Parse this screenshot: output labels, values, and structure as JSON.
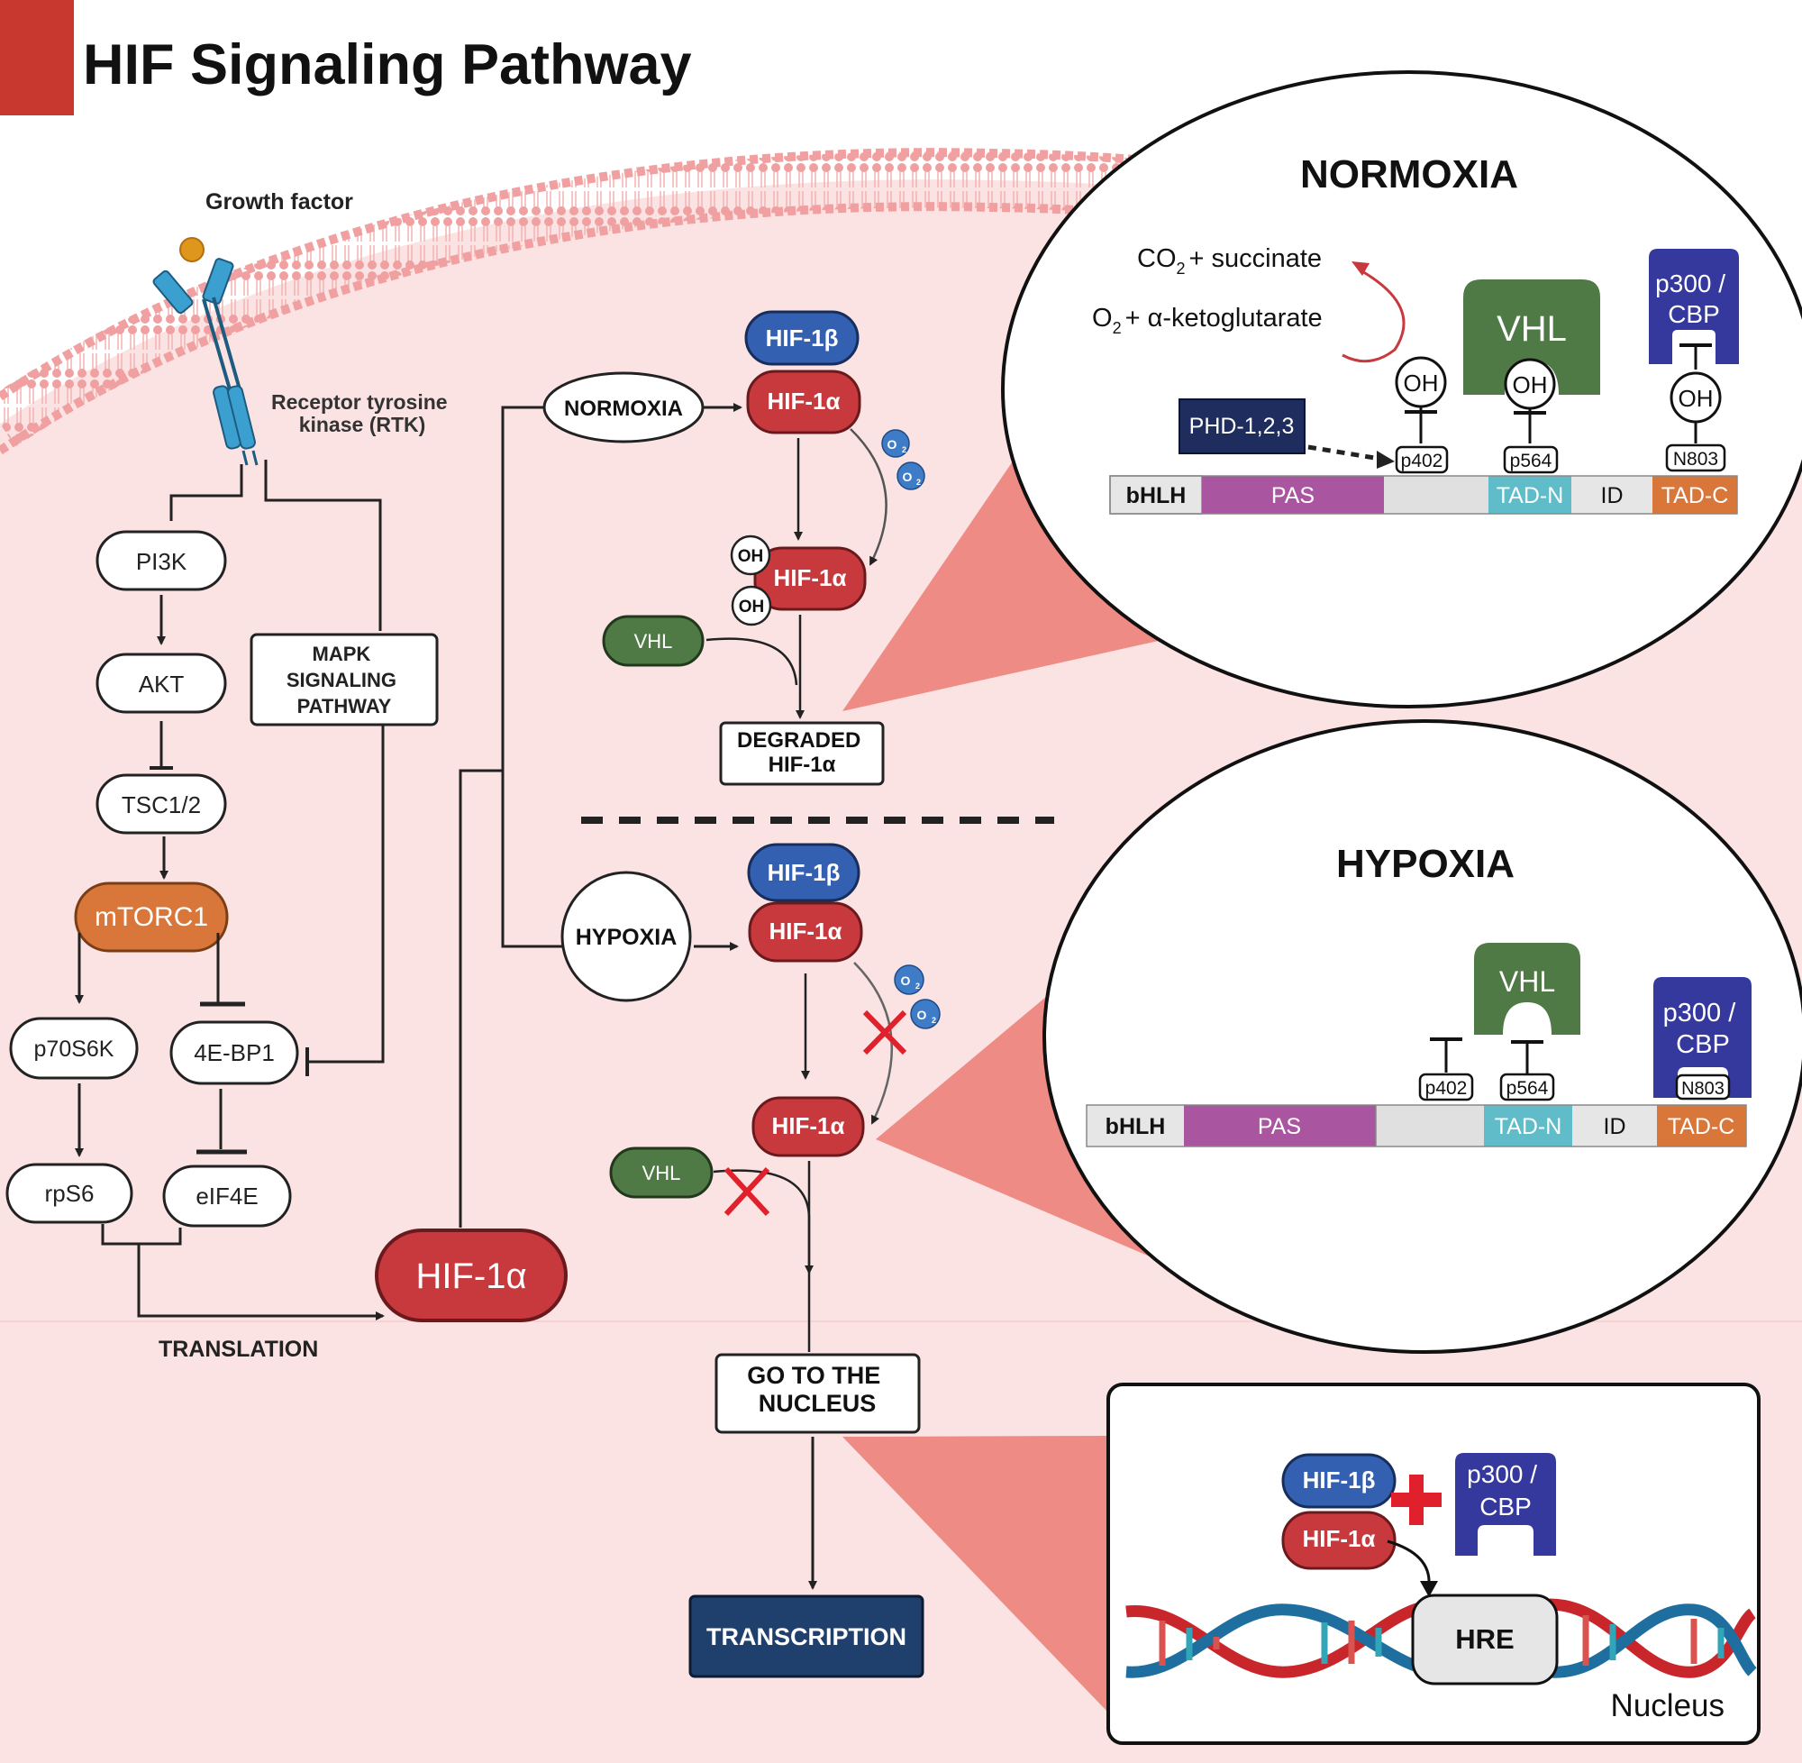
{
  "title": "HIF Signaling Pathway",
  "colors": {
    "title_square": "#c8382f",
    "cytoplasm": "#fbe3e3",
    "membrane": "#f0a0a0",
    "hif1a": "#c8393e",
    "hif1b": "#3360b0",
    "vhl": "#4f7a45",
    "p300": "#35389c",
    "mtorc1": "#d9763a",
    "transcription": "#1f3f6c",
    "pas": "#a955a0",
    "tad_n": "#5fbcc8",
    "tad_c": "#d9763a",
    "phd": "#1e2c5e",
    "zoom_wedge": "#ee8b85",
    "oxygen": "#3f7cc7",
    "inhibit_x": "#e0212b"
  },
  "pathway": {
    "growth_factor": "Growth factor",
    "rtk": "Receptor tyrosine kinase (RTK)",
    "rtk_line1": "Receptor tyrosine",
    "rtk_line2": "kinase (RTK)",
    "pi3k": "PI3K",
    "akt": "AKT",
    "tsc": "TSC1/2",
    "mtorc1": "mTORC1",
    "p70s6k": "p70S6K",
    "ebp1": "4E-BP1",
    "rps6": "rpS6",
    "eif4e": "eIF4E",
    "mapk_line1": "MAPK",
    "mapk_line2": "SIGNALING",
    "mapk_line3": "PATHWAY",
    "translation": "TRANSLATION",
    "hif1a_big": "HIF-1α"
  },
  "normoxia_branch": {
    "label": "NORMOXIA",
    "hif1b": "HIF-1β",
    "hif1a": "HIF-1α",
    "hif1a_oh": "HIF-1α",
    "oh": "OH",
    "o2": "O",
    "o2_sub": "2",
    "vhl": "VHL",
    "degraded_line1": "DEGRADED",
    "degraded_line2": "HIF-1α"
  },
  "hypoxia_branch": {
    "label": "HYPOXIA",
    "hif1b": "HIF-1β",
    "hif1a": "HIF-1α",
    "hif1a_2": "HIF-1α",
    "vhl": "VHL",
    "o2": "O",
    "o2_sub": "2",
    "nucleus_line1": "GO TO THE",
    "nucleus_line2": "NUCLEUS",
    "transcription": "TRANSCRIPTION"
  },
  "normoxia_zoom": {
    "title": "NORMOXIA",
    "co2": "CO",
    "co2_sub": "2",
    "co2_rest": "+ succinate",
    "o2": "O",
    "o2_sub": "2",
    "o2_rest": "+ α-ketoglutarate",
    "phd": "PHD-1,2,3",
    "vhl": "VHL",
    "p300_line1": "p300 /",
    "p300_line2": "CBP",
    "oh": "OH",
    "sites": [
      "p402",
      "p564",
      "N803"
    ],
    "domains": [
      "bHLH",
      "PAS",
      "",
      "TAD-N",
      "ID",
      "TAD-C"
    ]
  },
  "hypoxia_zoom": {
    "title": "HYPOXIA",
    "vhl": "VHL",
    "p300_line1": "p300 /",
    "p300_line2": "CBP",
    "sites": [
      "p402",
      "p564",
      "N803"
    ],
    "domains": [
      "bHLH",
      "PAS",
      "",
      "TAD-N",
      "ID",
      "TAD-C"
    ]
  },
  "nucleus_zoom": {
    "hif1b": "HIF-1β",
    "hif1a": "HIF-1α",
    "p300_line1": "p300 /",
    "p300_line2": "CBP",
    "hre": "HRE",
    "nucleus": "Nucleus"
  }
}
